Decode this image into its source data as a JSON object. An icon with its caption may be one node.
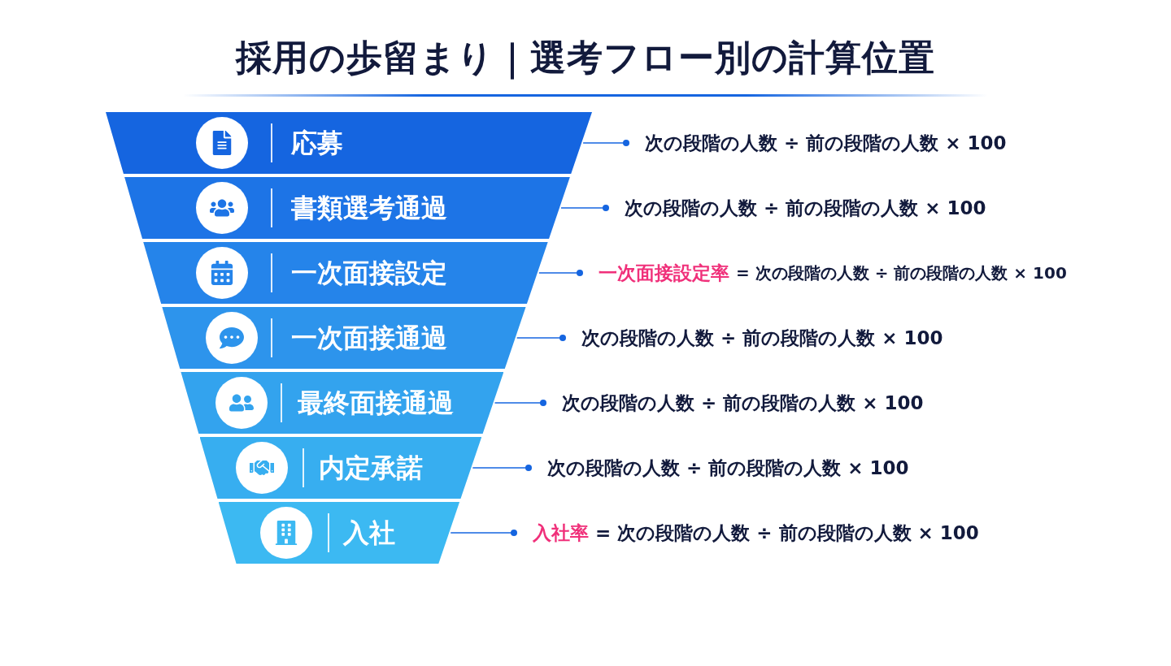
{
  "diagram": {
    "title": "採用の歩留まり｜選考フロー別の計算位置",
    "nodes": [
      {
        "text": [
          "応募"
        ]
      },
      {
        "text": [
          "次の段階の人数 ÷ 前の段階の人数 × 100"
        ]
      },
      {
        "text": [
          "書類選考通過"
        ]
      },
      {
        "text": [
          "次の段階の人数 ÷ 前の段階の人数 × 100"
        ]
      },
      {
        "text": [
          "一次面接設定"
        ]
      },
      {
        "text": [
          "一次面接設定率",
          "= 次の段階の人数 ÷ 前の段階の人数 × 100"
        ]
      },
      {
        "text": [
          "一次面接通過"
        ]
      },
      {
        "text": [
          "次の段階の人数 ÷ 前の段階の人数 × 100"
        ]
      },
      {
        "text": [
          "最終面接通過"
        ]
      },
      {
        "text": [
          "次の段階の人数 ÷ 前の段階の人数 × 100"
        ]
      },
      {
        "text": [
          "内定承諾"
        ]
      },
      {
        "text": [
          "次の段階の人数 ÷ 前の段階の人数 × 100"
        ]
      },
      {
        "text": [
          "入社"
        ]
      },
      {
        "text": [
          "入社率",
          "= 次の段階の人数 ÷ 前の段階の人数 × 100"
        ]
      }
    ],
    "edges": [
      {
        "from": 0,
        "to": 1,
        "arrow": "other"
      },
      {
        "from": 2,
        "to": 3,
        "arrow": "other"
      },
      {
        "from": 4,
        "to": 5,
        "arrow": "other"
      },
      {
        "from": 6,
        "to": 7,
        "arrow": "other"
      },
      {
        "from": 8,
        "to": 9,
        "arrow": "other"
      },
      {
        "from": 10,
        "to": 11,
        "arrow": "other"
      },
      {
        "from": 12,
        "to": 13,
        "arrow": "other"
      }
    ]
  }
}
